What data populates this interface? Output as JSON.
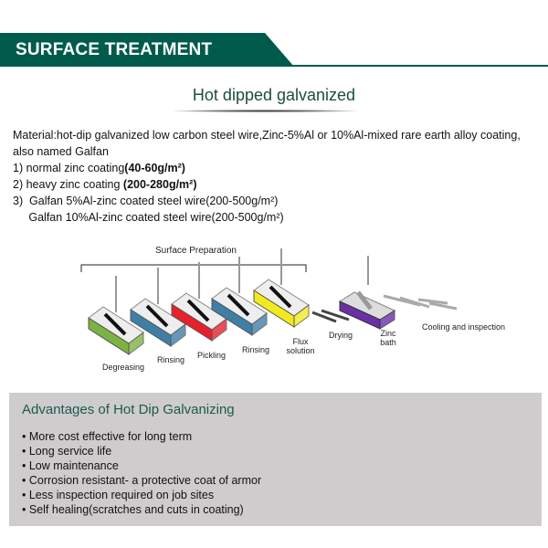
{
  "header": {
    "title": "SURFACE TREATMENT",
    "color": "#005b4d"
  },
  "subtitle": "Hot dipped galvanized",
  "material": {
    "line1": "Material:hot-dip galvanized low carbon steel wire,Zinc-5%Al or 10%Al-mixed rare earth alloy coating,",
    "line2": "also named Galfan",
    "items": [
      {
        "prefix": "1)  normal zinc coating",
        "value": "(40-60g/m²)"
      },
      {
        "prefix": "2)  heavy zinc coating ",
        "value": "(200-280g/m²)"
      },
      {
        "prefix": "3)  Galfan 5%Al-zinc coated steel wire(200-500g/m²)",
        "value": ""
      },
      {
        "prefix": "     Galfan 10%Al-zinc coated steel wire(200-500g/m²)",
        "value": ""
      }
    ]
  },
  "diagram": {
    "bracket_label": "Surface Preparation",
    "steps": [
      {
        "label": "Degreasing",
        "color": "#7cb342"
      },
      {
        "label": "Rinsing",
        "color": "#3f7fa6"
      },
      {
        "label": "Pickling",
        "color": "#e8202a"
      },
      {
        "label": "Rinsing",
        "color": "#3f7fa6"
      },
      {
        "label": "Flux solution",
        "color": "#f2ea1f"
      },
      {
        "label": "Drying",
        "color": ""
      },
      {
        "label": "Zinc bath",
        "color": "#6a2fa6"
      },
      {
        "label": "Cooling and inspection",
        "color": ""
      }
    ]
  },
  "advantages": {
    "title": "Advantages of Hot Dip Galvanizing",
    "items": [
      "More cost effective for long term",
      "Long service life",
      "Low maintenance",
      "Corrosion resistant- a protective coat of armor",
      "Less inspection required on job sites",
      "Self healing(scratches and cuts in coating)"
    ]
  }
}
